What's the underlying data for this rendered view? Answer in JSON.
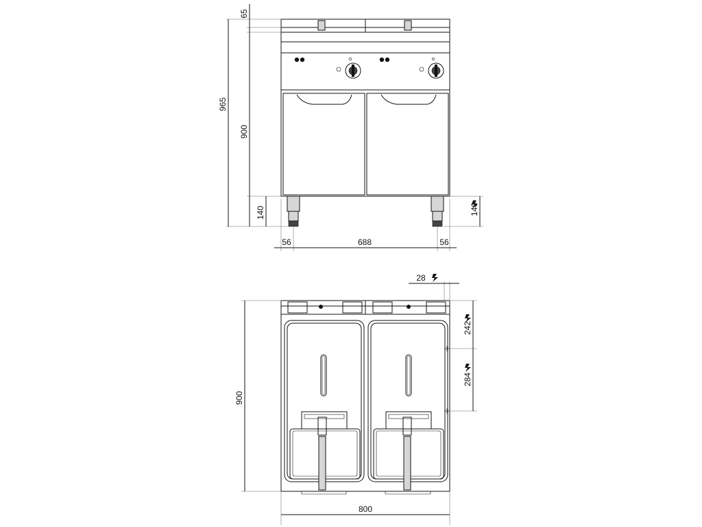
{
  "front_view": {
    "dimensions": {
      "top_lid": "65",
      "overall_height": "965",
      "body_height": "900",
      "leg_height_left": "140",
      "leg_height_right": "140",
      "foot_left": "56",
      "foot_span": "688",
      "foot_right": "56"
    }
  },
  "plan_view": {
    "dimensions": {
      "offset_top": "28",
      "drain_position_1": "242",
      "drain_position_2": "284",
      "depth": "900",
      "width": "800"
    }
  },
  "icons": {
    "electric_connection": "lightning-icon"
  }
}
